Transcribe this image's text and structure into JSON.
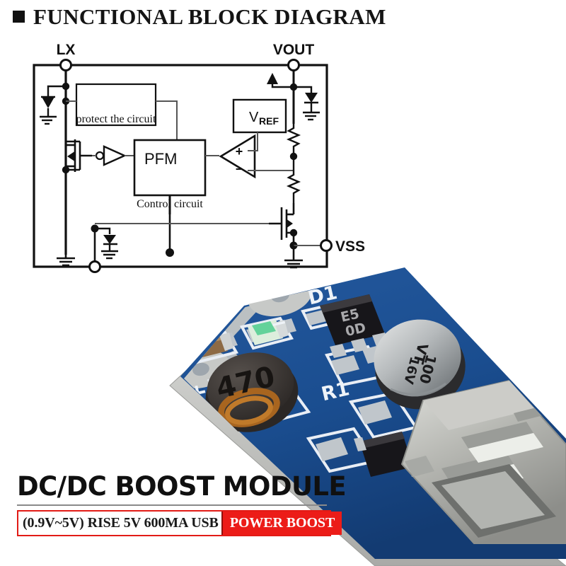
{
  "header": {
    "bullet_icon": "black-square-bullet",
    "title": "FUNCTIONAL BLOCK DIAGRAM"
  },
  "schematic": {
    "caption": "FUNCTIONAL BLOCK DIAGRAM",
    "terminals": [
      {
        "id": "lx",
        "label": "LX"
      },
      {
        "id": "vout",
        "label": "VOUT"
      },
      {
        "id": "vss",
        "label": "VSS"
      }
    ],
    "blocks": [
      {
        "id": "protect",
        "label": "protect the circuit"
      },
      {
        "id": "pfm",
        "label": "PFM"
      },
      {
        "id": "control",
        "label": "Control circuit"
      },
      {
        "id": "vref",
        "label": "V",
        "sub": "REF"
      }
    ],
    "comparator": {
      "plus": "+",
      "minus": "−"
    },
    "colors": {
      "line": "#111111",
      "thin_line": "#555555",
      "background": "#ffffff"
    }
  },
  "product": {
    "board_name": "DC/DC Boost Module PCB",
    "silkscreen": [
      {
        "id": "minus",
        "label": "−"
      },
      {
        "id": "plus",
        "label": "+"
      },
      {
        "id": "d1",
        "label": "D1"
      },
      {
        "id": "r1",
        "label": "R1"
      }
    ],
    "components": [
      {
        "id": "inductor",
        "label": "470"
      },
      {
        "id": "capacitor",
        "label_1": "VT",
        "label_2": "100",
        "label_3": "16V"
      },
      {
        "id": "ic",
        "label_1": "E5",
        "label_2": "0D"
      },
      {
        "id": "usb",
        "label": "USB-A female connector"
      },
      {
        "id": "led",
        "label": "green status LED"
      }
    ],
    "colors": {
      "pcb": "#1a4d8f",
      "pcb_dark": "#12366a",
      "silk": "#e8eef6",
      "pad": "#b9c4cd",
      "edge": "#c9cbc9",
      "usb_metal": "#b6b6b2",
      "cap_body": "#b9bcbe",
      "inductor": "#3a3533",
      "copper": "#a8651f"
    }
  },
  "caption": {
    "title": "DC/DC BOOST MODULE",
    "spec": "(0.9V~5V) RISE 5V 600MA USB",
    "badge": "POWER BOOST",
    "badge_color": "#ec1c18",
    "border_color": "#e21b16"
  }
}
